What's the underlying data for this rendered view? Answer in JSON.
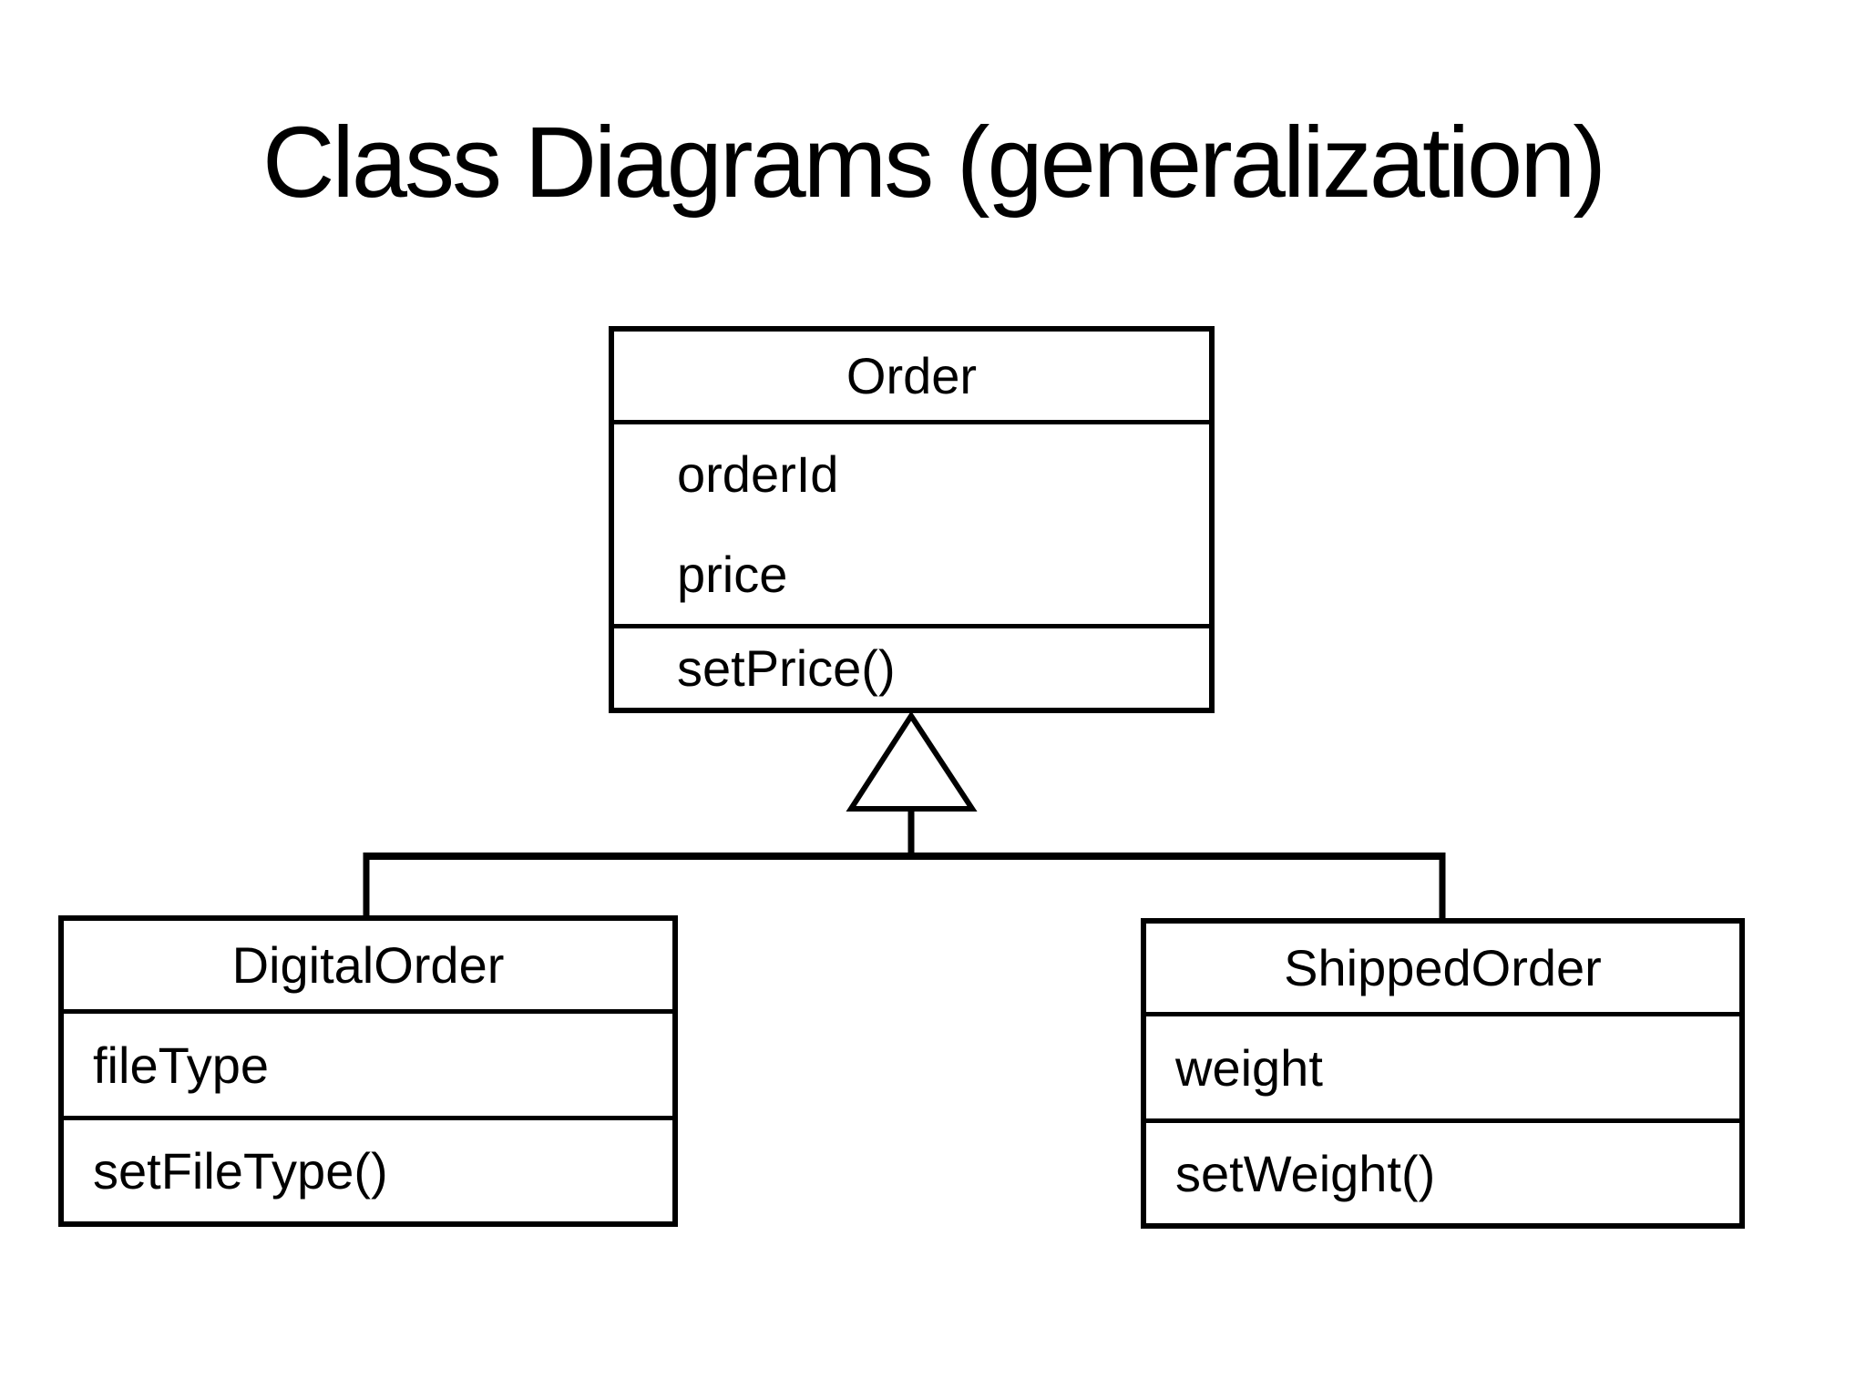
{
  "slide": {
    "title": "Class Diagrams (generalization)",
    "background_color": "#ffffff"
  },
  "diagram": {
    "type": "uml-class-diagram",
    "classes": [
      {
        "name": "Order",
        "attributes": [
          "orderId",
          "price"
        ],
        "methods": [
          "setPrice()"
        ]
      },
      {
        "name": "DigitalOrder",
        "attributes": [
          "fileType"
        ],
        "methods": [
          "setFileType()"
        ]
      },
      {
        "name": "ShippedOrder",
        "attributes": [
          "weight"
        ],
        "methods": [
          "setWeight()"
        ]
      }
    ],
    "relationships": [
      {
        "type": "generalization",
        "parent": "Order",
        "children": [
          "DigitalOrder",
          "ShippedOrder"
        ],
        "arrow_style": "hollow-triangle"
      }
    ],
    "colors": {
      "stroke": "#000000",
      "fill": "#ffffff",
      "text": "#000000"
    }
  }
}
